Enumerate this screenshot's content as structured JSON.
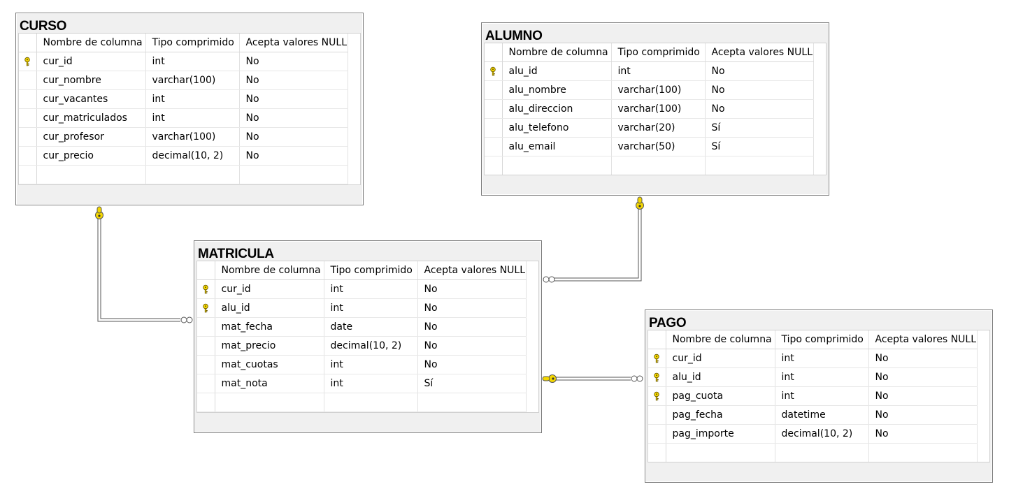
{
  "colors": {
    "key": "#f5d800",
    "border": "#7a7a7a",
    "panel": "#f0f0f0"
  },
  "tables": {
    "curso": {
      "title": "CURSO",
      "headers": [
        "Nombre de columna",
        "Tipo comprimido",
        "Acepta valores NULL"
      ],
      "rows": [
        {
          "key": true,
          "cells": [
            "cur_id",
            "int",
            "No"
          ]
        },
        {
          "key": false,
          "cells": [
            "cur_nombre",
            "varchar(100)",
            "No"
          ]
        },
        {
          "key": false,
          "cells": [
            "cur_vacantes",
            "int",
            "No"
          ]
        },
        {
          "key": false,
          "cells": [
            "cur_matriculados",
            "int",
            "No"
          ]
        },
        {
          "key": false,
          "cells": [
            "cur_profesor",
            "varchar(100)",
            "No"
          ]
        },
        {
          "key": false,
          "cells": [
            "cur_precio",
            "decimal(10, 2)",
            "No"
          ]
        }
      ]
    },
    "alumno": {
      "title": "ALUMNO",
      "headers": [
        "Nombre de columna",
        "Tipo comprimido",
        "Acepta valores NULL"
      ],
      "rows": [
        {
          "key": true,
          "cells": [
            "alu_id",
            "int",
            "No"
          ]
        },
        {
          "key": false,
          "cells": [
            "alu_nombre",
            "varchar(100)",
            "No"
          ]
        },
        {
          "key": false,
          "cells": [
            "alu_direccion",
            "varchar(100)",
            "No"
          ]
        },
        {
          "key": false,
          "cells": [
            "alu_telefono",
            "varchar(20)",
            "Sí"
          ]
        },
        {
          "key": false,
          "cells": [
            "alu_email",
            "varchar(50)",
            "Sí"
          ]
        }
      ]
    },
    "matricula": {
      "title": "MATRICULA",
      "headers": [
        "Nombre de columna",
        "Tipo comprimido",
        "Acepta valores NULL"
      ],
      "rows": [
        {
          "key": true,
          "cells": [
            "cur_id",
            "int",
            "No"
          ]
        },
        {
          "key": true,
          "cells": [
            "alu_id",
            "int",
            "No"
          ]
        },
        {
          "key": false,
          "cells": [
            "mat_fecha",
            "date",
            "No"
          ]
        },
        {
          "key": false,
          "cells": [
            "mat_precio",
            "decimal(10, 2)",
            "No"
          ]
        },
        {
          "key": false,
          "cells": [
            "mat_cuotas",
            "int",
            "No"
          ]
        },
        {
          "key": false,
          "cells": [
            "mat_nota",
            "int",
            "Sí"
          ]
        }
      ]
    },
    "pago": {
      "title": "PAGO",
      "headers": [
        "Nombre de columna",
        "Tipo comprimido",
        "Acepta valores NULL"
      ],
      "rows": [
        {
          "key": true,
          "cells": [
            "cur_id",
            "int",
            "No"
          ]
        },
        {
          "key": true,
          "cells": [
            "alu_id",
            "int",
            "No"
          ]
        },
        {
          "key": true,
          "cells": [
            "pag_cuota",
            "int",
            "No"
          ]
        },
        {
          "key": false,
          "cells": [
            "pag_fecha",
            "datetime",
            "No"
          ]
        },
        {
          "key": false,
          "cells": [
            "pag_importe",
            "decimal(10, 2)",
            "No"
          ]
        }
      ]
    }
  },
  "relationships": [
    {
      "name": "curso-matricula",
      "one": "curso",
      "many": "matricula"
    },
    {
      "name": "alumno-matricula",
      "one": "alumno",
      "many": "matricula"
    },
    {
      "name": "matricula-pago",
      "one": "matricula",
      "many": "pago"
    }
  ]
}
